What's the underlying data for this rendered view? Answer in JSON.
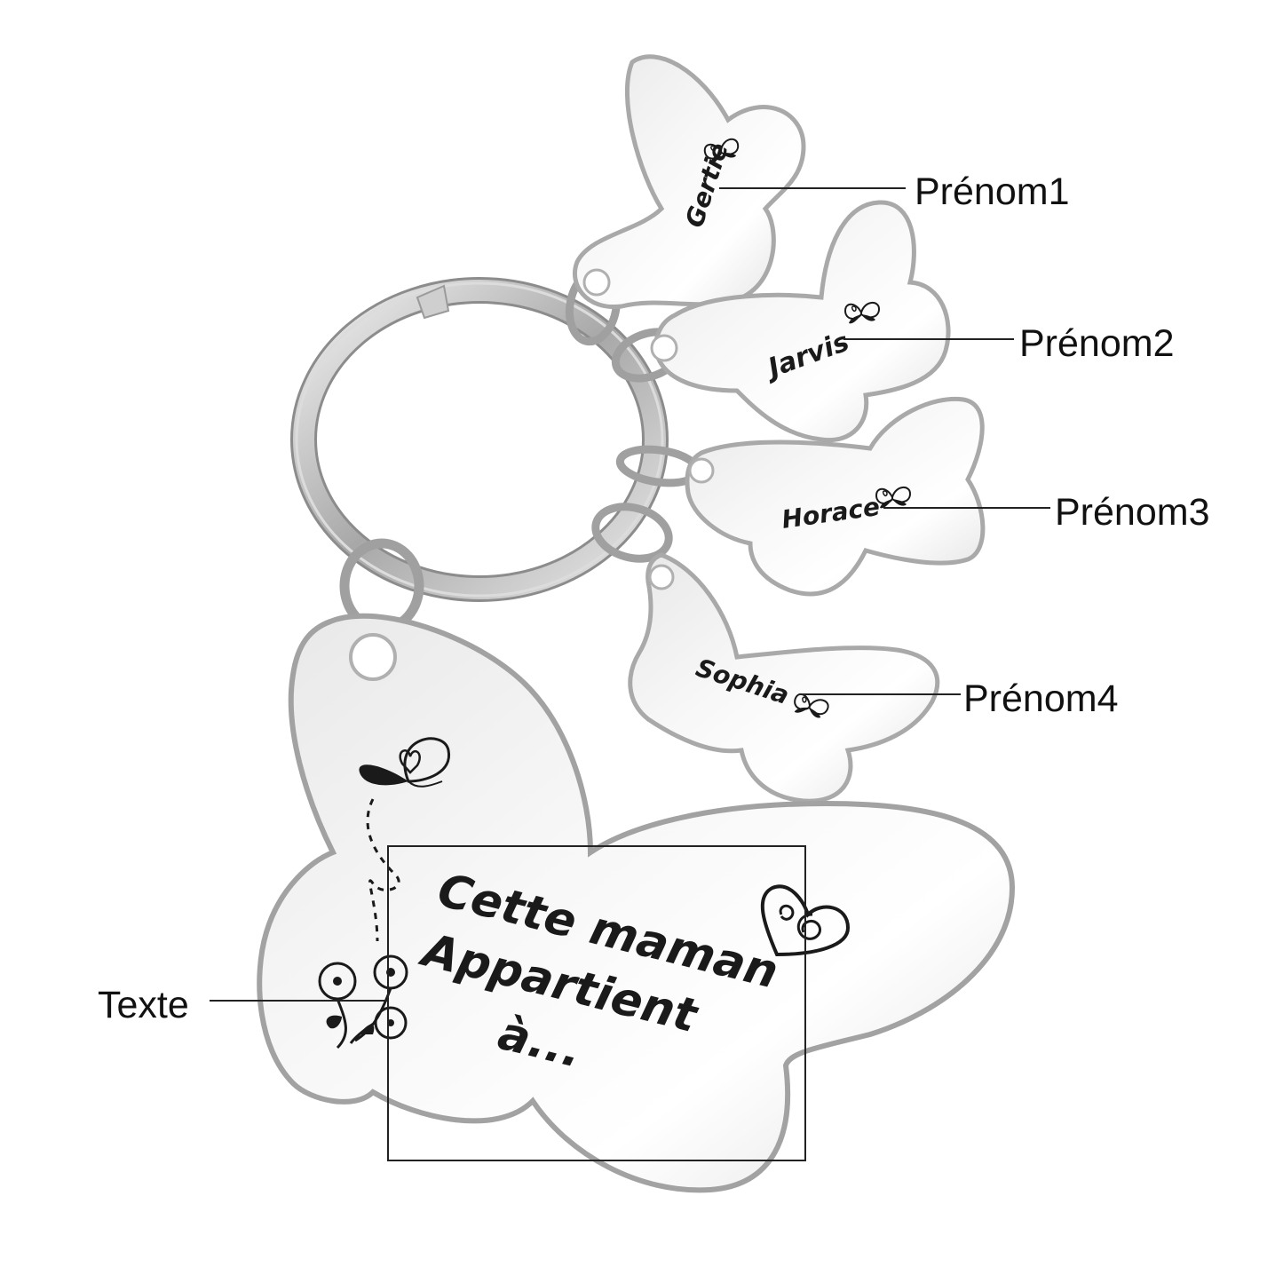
{
  "callouts": {
    "prenom1": "Prénom1",
    "prenom2": "Prénom2",
    "prenom3": "Prénom3",
    "prenom4": "Prénom4",
    "texte": "Texte"
  },
  "charms": {
    "charm1_name": "Gertie",
    "charm2_name": "Jarvis",
    "charm3_name": "Horace",
    "charm4_name": "Sophia"
  },
  "main_tag": {
    "line1": "Cette maman",
    "line2": "Appartient",
    "line3": "à..."
  },
  "colors": {
    "metal_light": "#fafafa",
    "metal_mid": "#d9d9d9",
    "metal_dark": "#9a9a9a",
    "engraving": "#1a1a1a",
    "line": "#222222"
  }
}
